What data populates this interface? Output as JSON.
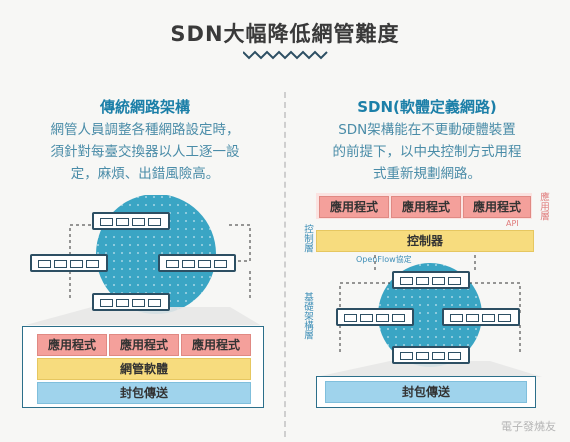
{
  "title": "SDN大幅降低網管難度",
  "left": {
    "heading": "傳統網路架構",
    "description_lines": [
      "網管人員調整各種網路設定時，",
      "須針對每臺交換器以人工逐一設",
      "定，麻煩、出錯風險高。"
    ],
    "apps": [
      "應用程式",
      "應用程式",
      "應用程式"
    ],
    "mgmt": "網管軟體",
    "packet": "封包傳送"
  },
  "right": {
    "heading": "SDN(軟體定義網路)",
    "description_lines": [
      "SDN架構能在不更動硬體裝置",
      "的前提下，以中央控制方式用程",
      "式重新規劃網路。"
    ],
    "apps": [
      "應用程式",
      "應用程式",
      "應用程式"
    ],
    "api_label": "API",
    "app_layer_label": "應用層",
    "controller": "控制器",
    "control_layer_label": "控制層",
    "protocol_label": "OpenFlow協定",
    "infra_layer_label": "基礎架構層",
    "packet": "封包傳送"
  },
  "colors": {
    "title": "#3a3a3a",
    "heading": "#1b7fa8",
    "app": "#f4a09b",
    "mgmt": "#f7dc7e",
    "packet": "#9fd3ec",
    "circle": "#3aa5c4",
    "switch_border": "#2d4f63"
  },
  "watermark": "電子發燒友"
}
